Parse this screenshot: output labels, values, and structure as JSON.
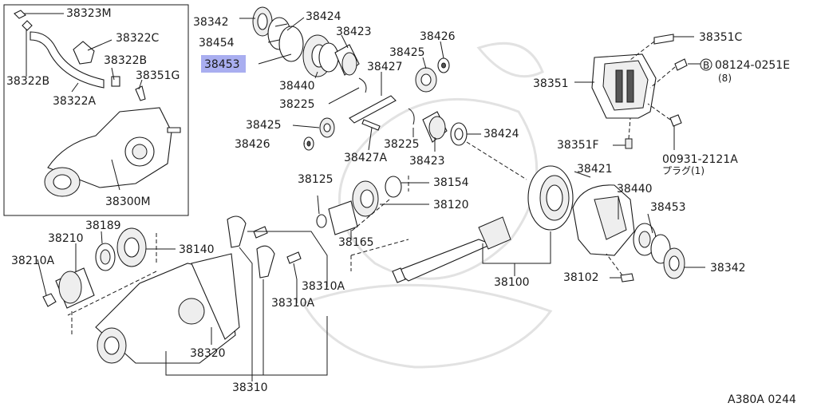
{
  "diagram": {
    "reference": "A380A 0244",
    "highlight_color": "#a9aef0",
    "labels": {
      "p38323M": "38323M",
      "p38322C": "38322C",
      "p38322B_a": "38322B",
      "p38322B_b": "38322B",
      "p38351G": "38351G",
      "p38322A": "38322A",
      "p38300M": "38300M",
      "p38342_top": "38342",
      "p38424_top": "38424",
      "p38454": "38454",
      "p38423_top": "38423",
      "p38426_top": "38426",
      "p38453_sel": "38453",
      "p38425_top": "38425",
      "p38427": "38427",
      "p38440_top": "38440",
      "p38225_top": "38225",
      "p38425_mid": "38425",
      "p38426_mid": "38426",
      "p38427A": "38427A",
      "p38225_mid": "38225",
      "p38424_mid": "38424",
      "p38423_mid": "38423",
      "p38351C": "38351C",
      "p08124": "08124-0251E",
      "p08124_bolt": "B",
      "p08124_qty": "(8)",
      "p38351": "38351",
      "p38351F": "38351F",
      "p00931": "00931-2121A",
      "p00931_note": "プラグ(1)",
      "p38125": "38125",
      "p38154": "38154",
      "p38120": "38120",
      "p38165": "38165",
      "p38421": "38421",
      "p38440_right": "38440",
      "p38453_right": "38453",
      "p38342_right": "38342",
      "p38102": "38102",
      "p38100": "38100",
      "p38189": "38189",
      "p38210": "38210",
      "p38140": "38140",
      "p38210A": "38210A",
      "p38310A_a": "38310A",
      "p38310A_b": "38310A",
      "p38320": "38320",
      "p38310": "38310"
    }
  }
}
